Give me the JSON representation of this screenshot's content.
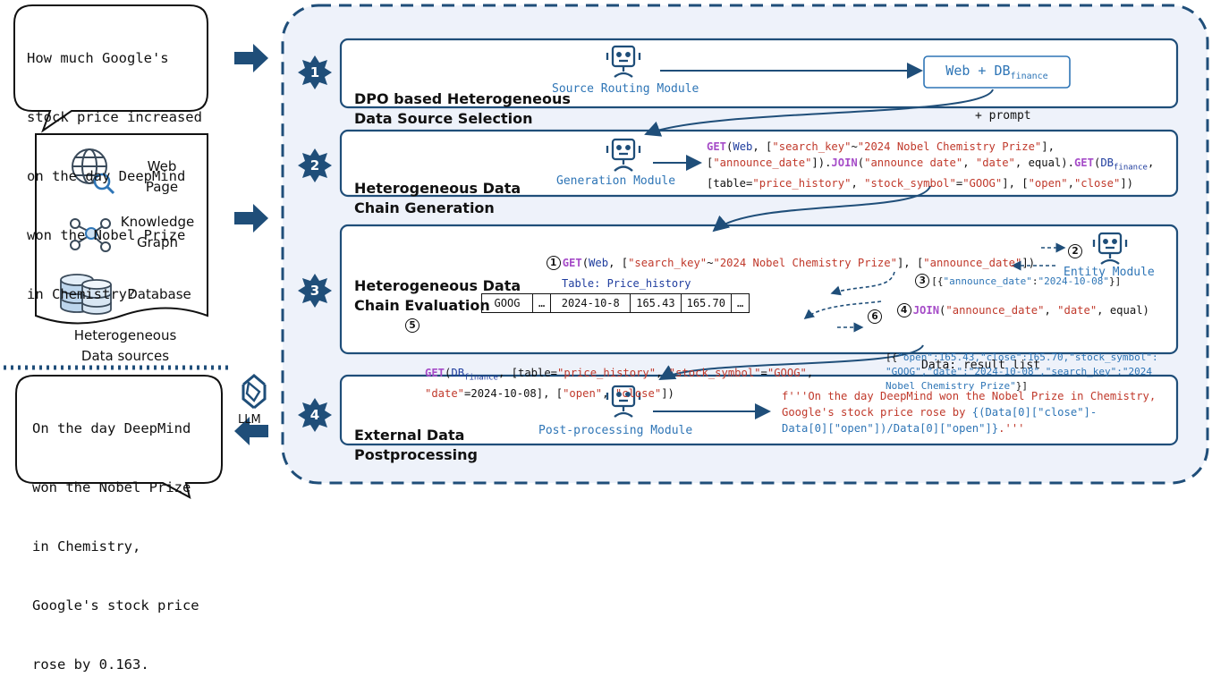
{
  "question": {
    "lines": [
      "How much Google's",
      "stock price increased",
      "on the day DeepMind",
      "won the Nobel Prize",
      "in Chemistry?"
    ]
  },
  "sources": {
    "items": [
      {
        "label_lines": [
          "Web",
          "Page"
        ],
        "icon": "globe-search-icon"
      },
      {
        "label_lines": [
          "Knowledge",
          "Graph"
        ],
        "icon": "graph-nodes-icon"
      },
      {
        "label_lines": [
          "Database"
        ],
        "icon": "database-icon"
      }
    ],
    "caption_lines": [
      "Heterogeneous",
      "Data sources"
    ]
  },
  "answer": {
    "lines": [
      "On the day DeepMind",
      "won the Nobel Prize",
      "in Chemistry,",
      "Google's stock price",
      "rose by 0.163."
    ]
  },
  "llm_label": "LLM",
  "stages": [
    {
      "number": "1",
      "title_lines": [
        "DPO based Heterogeneous",
        "Data Source Selection"
      ],
      "module": "Source Routing Module"
    },
    {
      "number": "2",
      "title_lines": [
        "Heterogeneous Data",
        "Chain Generation"
      ],
      "module": "Generation Module"
    },
    {
      "number": "3",
      "title_lines": [
        "Heterogeneous Data",
        "Chain Evaluation"
      ],
      "module": "Entity Module"
    },
    {
      "number": "4",
      "title_lines": [
        "External Data",
        "Postprocessing"
      ],
      "module": "Post-processing Module"
    }
  ],
  "routing_result": {
    "text": "Web + DB",
    "subscript": "finance"
  },
  "connector_labels": {
    "prompt": "+ prompt",
    "result": "Data: result list"
  },
  "generation_code": [
    [
      {
        "t": "GET",
        "c": "kw"
      },
      {
        "t": "(",
        "c": ""
      },
      {
        "t": "Web",
        "c": "fn"
      },
      {
        "t": ", [",
        "c": ""
      },
      {
        "t": "\"search_key\"",
        "c": "str"
      },
      {
        "t": "~",
        "c": ""
      },
      {
        "t": "\"2024 Nobel Chemistry Prize\"",
        "c": "str"
      },
      {
        "t": "],",
        "c": ""
      }
    ],
    [
      {
        "t": "[",
        "c": ""
      },
      {
        "t": "\"announce_date\"",
        "c": "str"
      },
      {
        "t": "]).",
        "c": ""
      },
      {
        "t": "JOIN",
        "c": "kw"
      },
      {
        "t": "(",
        "c": ""
      },
      {
        "t": "\"announce date\"",
        "c": "str"
      },
      {
        "t": ", ",
        "c": ""
      },
      {
        "t": "\"date\"",
        "c": "str"
      },
      {
        "t": ", equal).",
        "c": ""
      },
      {
        "t": "GET",
        "c": "kw"
      },
      {
        "t": "(",
        "c": ""
      },
      {
        "t": "DB",
        "c": "fn"
      },
      {
        "t": "finance",
        "c": "fn sub"
      },
      {
        "t": ",",
        "c": ""
      }
    ],
    [
      {
        "t": "[table=",
        "c": ""
      },
      {
        "t": "\"price_history\"",
        "c": "str"
      },
      {
        "t": ", ",
        "c": ""
      },
      {
        "t": "\"stock_symbol\"",
        "c": "str"
      },
      {
        "t": "=",
        "c": ""
      },
      {
        "t": "\"GOOG\"",
        "c": "str"
      },
      {
        "t": "], [",
        "c": ""
      },
      {
        "t": "\"open\"",
        "c": "str"
      },
      {
        "t": ",",
        "c": ""
      },
      {
        "t": "\"close\"",
        "c": "str"
      },
      {
        "t": "])",
        "c": ""
      }
    ]
  ],
  "eval_steps": {
    "step1": {
      "num": "1",
      "code": [
        {
          "t": "GET",
          "c": "kw"
        },
        {
          "t": "(",
          "c": ""
        },
        {
          "t": "Web",
          "c": "fn"
        },
        {
          "t": ", [",
          "c": ""
        },
        {
          "t": "\"search_key\"",
          "c": "str"
        },
        {
          "t": "~",
          "c": ""
        },
        {
          "t": "\"2024 Nobel Chemistry Prize\"",
          "c": "str"
        },
        {
          "t": "], [",
          "c": ""
        },
        {
          "t": "\"announce_date\"",
          "c": "str"
        },
        {
          "t": "])",
          "c": ""
        }
      ]
    },
    "step2": {
      "num": "2"
    },
    "step3": {
      "num": "3",
      "code": [
        {
          "t": "[{",
          "c": ""
        },
        {
          "t": "\"announce_date\"",
          "c": "blue"
        },
        {
          "t": ":",
          "c": ""
        },
        {
          "t": "\"2024-10-08\"",
          "c": "blue"
        },
        {
          "t": "}]",
          "c": ""
        }
      ]
    },
    "step4": {
      "num": "4",
      "code": [
        {
          "t": "JOIN",
          "c": "kw"
        },
        {
          "t": "(",
          "c": ""
        },
        {
          "t": "\"announce_date\"",
          "c": "str"
        },
        {
          "t": ", ",
          "c": ""
        },
        {
          "t": "\"date\"",
          "c": "str"
        },
        {
          "t": ", equal)",
          "c": ""
        }
      ]
    },
    "step5": {
      "num": "5",
      "lines": [
        [
          {
            "t": "GET",
            "c": "kw"
          },
          {
            "t": "(",
            "c": ""
          },
          {
            "t": "DB",
            "c": "fn"
          },
          {
            "t": "finance",
            "c": "fn sub"
          },
          {
            "t": ", [table=",
            "c": ""
          },
          {
            "t": "\"price_history\"",
            "c": "str"
          },
          {
            "t": ", ",
            "c": ""
          },
          {
            "t": "\"stock_symbol\"",
            "c": "str"
          },
          {
            "t": "=",
            "c": ""
          },
          {
            "t": "\"GOOG\"",
            "c": "str"
          },
          {
            "t": ",",
            "c": ""
          }
        ],
        [
          {
            "t": "\"date\"",
            "c": "str"
          },
          {
            "t": "=2024-10-08], [",
            "c": ""
          },
          {
            "t": "\"open\"",
            "c": "str"
          },
          {
            "t": ", ",
            "c": ""
          },
          {
            "t": "\"close\"",
            "c": "str"
          },
          {
            "t": "])",
            "c": ""
          }
        ]
      ]
    },
    "step6": {
      "num": "6",
      "lines": [
        [
          {
            "t": "[{",
            "c": ""
          },
          {
            "t": "\"open\":165.43,\"close\":165.70,\"stock_symbol\":",
            "c": "blue"
          }
        ],
        [
          {
            "t": "\"GOOG\",\"date\":\"2024-10-08\",\"search_key\":\"2024",
            "c": "blue"
          }
        ],
        [
          {
            "t": "Nobel Chemistry Prize\"",
            "c": "blue"
          },
          {
            "t": "}]",
            "c": ""
          }
        ]
      ]
    }
  },
  "price_table": {
    "caption": "Table: Price_history",
    "cells": [
      "GOOG",
      "…",
      "2024-10-8",
      "165.43",
      "165.70",
      "…"
    ]
  },
  "postprocess_code": [
    [
      {
        "t": "f'''On the day DeepMind won the Nobel Prize in Chemistry,",
        "c": "str"
      }
    ],
    [
      {
        "t": "Google's stock price rose by ",
        "c": "str"
      },
      {
        "t": "{(Data[0][\"close\"]-",
        "c": "blue"
      }
    ],
    [
      {
        "t": "Data[0][\"open\"])/Data[0][\"open\"]}",
        "c": "blue"
      },
      {
        "t": ".'''",
        "c": "str"
      }
    ]
  ],
  "colors": {
    "navy": "#1f4e79",
    "panel_bg": "#eef2fa",
    "accent_blue": "#2e75b6",
    "keyword": "#a64dc8",
    "string": "#c0392b"
  }
}
